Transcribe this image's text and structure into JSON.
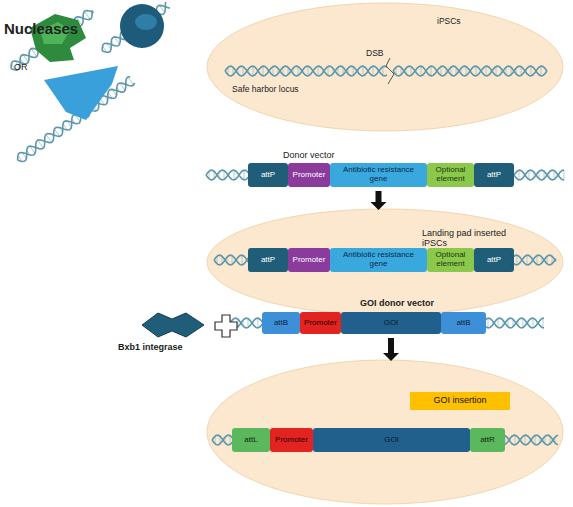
{
  "diagram": {
    "nodes": [
      {
        "text": [
          "iPSCs"
        ]
      },
      {
        "text": [
          "attP"
        ]
      },
      {
        "text": [
          "Promoter"
        ]
      },
      {
        "text": [
          "Antibiotic resistance gene"
        ]
      },
      {
        "text": [
          "Optional element"
        ]
      },
      {
        "text": [
          "attP"
        ]
      },
      {
        "text": [
          "Landing pad inserted iPSCs"
        ]
      },
      {
        "text": [
          "attP"
        ],
        "in": 6
      },
      {
        "text": [
          "Promoter"
        ],
        "in": 6
      },
      {
        "text": [
          "Antibiotic resistance gene"
        ],
        "in": 6
      },
      {
        "text": [
          "Optional element"
        ],
        "in": 6
      },
      {
        "text": [
          "attP"
        ],
        "in": 6
      },
      {
        "text": [
          "Bxb1 integrase"
        ]
      },
      {
        "text": [
          "attB"
        ]
      },
      {
        "text": [
          "Promoter"
        ]
      },
      {
        "text": [
          "GOI"
        ]
      },
      {
        "text": [
          "attB"
        ]
      },
      {
        "text": [
          "GOI insertion"
        ]
      },
      {
        "text": [
          "attL"
        ],
        "in": 17
      },
      {
        "text": [
          "Promoter"
        ],
        "in": 17
      },
      {
        "text": [
          "GOI"
        ],
        "in": 17
      },
      {
        "text": [
          "attR"
        ],
        "in": 17
      }
    ],
    "edges": [
      {
        "from": 3,
        "to": 6,
        "arrow": "to"
      },
      {
        "from": 15,
        "to": 17,
        "arrow": "to"
      }
    ],
    "labels": [
      "Nucleases",
      "OR",
      "DSB",
      "Safe harbor locus",
      "Donor vector",
      "GOI donor vector"
    ]
  }
}
